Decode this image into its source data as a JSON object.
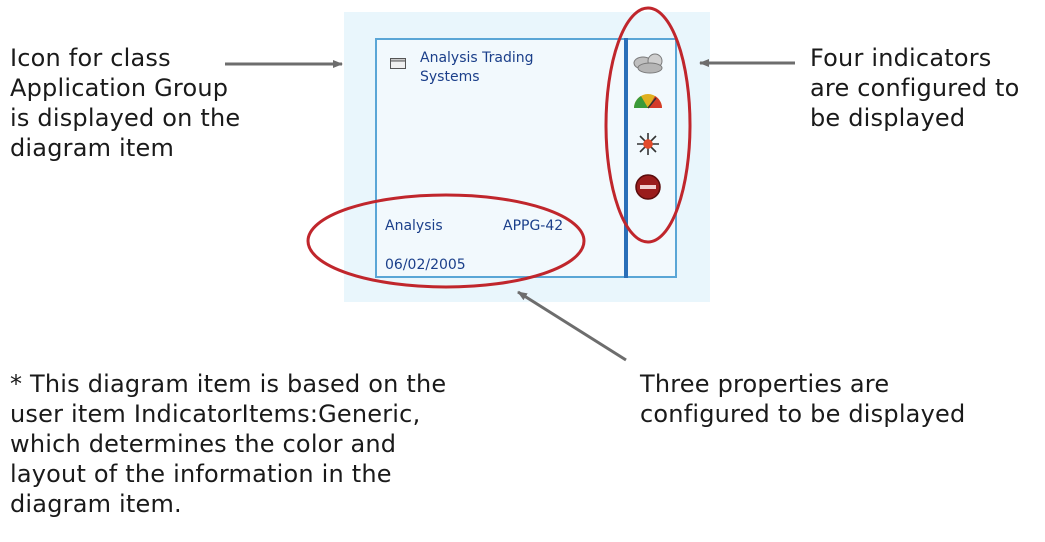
{
  "annotations": {
    "icon_note": "Icon for class\nApplication Group\nis displayed on the\ndiagram item",
    "indicators_note": "Four indicators\nare configured to\nbe displayed",
    "properties_note": "Three properties are\nconfigured to be displayed",
    "footnote": "* This diagram item is based on the\nuser item IndicatorItems:Generic,\nwhich determines the color and\nlayout of the information in the\ndiagram item."
  },
  "diagram_item": {
    "title": "Analysis Trading\nSystems",
    "properties": [
      "Analysis",
      "APPG-42",
      "06/02/2005"
    ],
    "icon": "application-group-icon",
    "indicators": [
      "cloud-indicator-icon",
      "gauge-indicator-icon",
      "asterisk-indicator-icon",
      "no-entry-indicator-icon"
    ]
  },
  "colors": {
    "highlight_ellipse": "#c0262c",
    "arrow": "#6d6d6d",
    "item_border": "#5aa6d6",
    "divider": "#2a6fb8",
    "item_text": "#1b3f8a",
    "panel_background": "#e9f6fc"
  }
}
